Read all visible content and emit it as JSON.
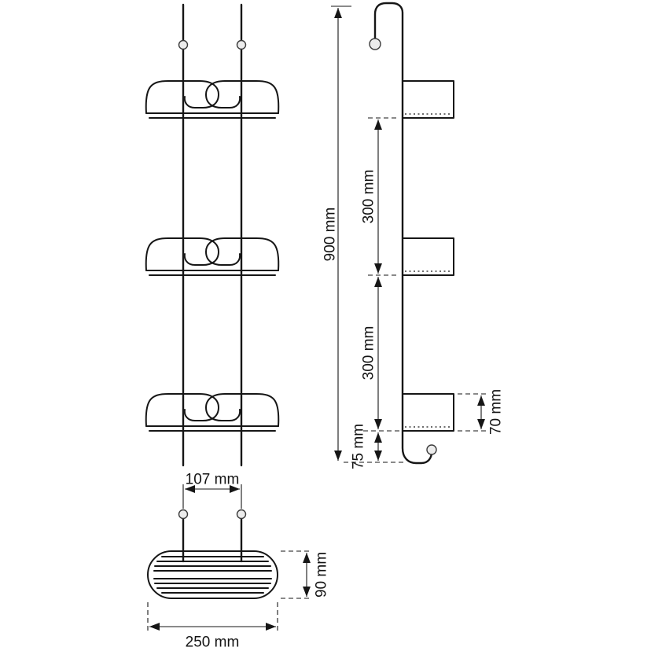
{
  "colors": {
    "line": "#161616",
    "background": "#ffffff",
    "ball_fill": "#ececec"
  },
  "dimensions": {
    "total_height": "900 mm",
    "upper_shelf_spacing": "300 mm",
    "lower_shelf_spacing": "300 mm",
    "bottom_offset": "75 mm",
    "shelf_height": "70 mm",
    "hook_spacing": "107 mm",
    "overall_width": "250 mm",
    "overall_depth": "90 mm"
  }
}
